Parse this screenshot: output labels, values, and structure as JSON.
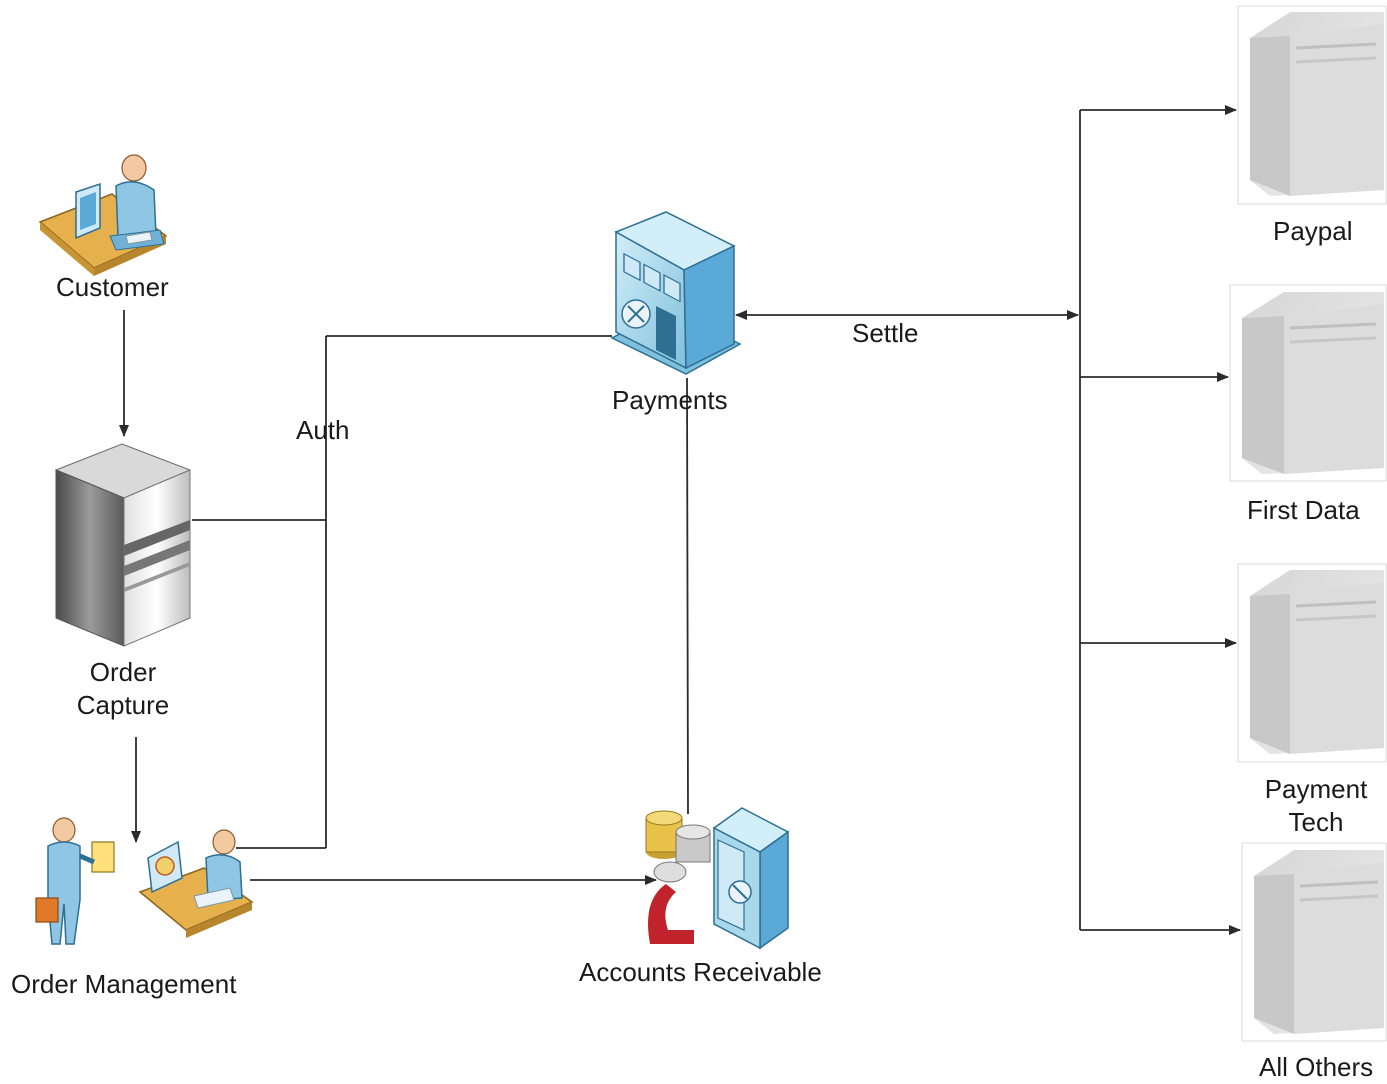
{
  "nodes": {
    "customer": "Customer",
    "order_capture_line1": "Order",
    "order_capture_line2": "Capture",
    "order_management": "Order Management",
    "payments": "Payments",
    "accounts_receivable": "Accounts Receivable"
  },
  "edges": {
    "auth": "Auth",
    "settle": "Settle"
  },
  "processors": {
    "paypal": "Paypal",
    "first_data": "First Data",
    "payment_tech_line1": "Payment",
    "payment_tech_line2": "Tech",
    "all_others": "All Others"
  },
  "colors": {
    "connector": "#2b2b2b",
    "person_body": "#8fc6e3",
    "desk": "#e6b04d",
    "building": "#a8d8ea",
    "coin_gold": "#e9c24a",
    "coin_silver": "#c9c9c9",
    "arrow_red": "#c0232c",
    "server_grey": "#9a9a9a"
  }
}
